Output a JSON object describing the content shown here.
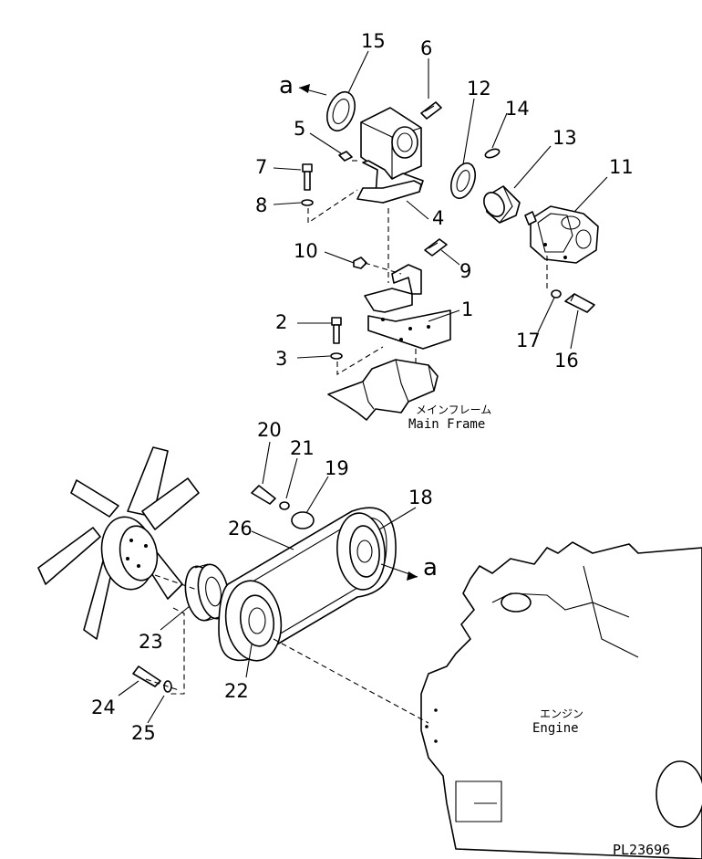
{
  "figure_code": "PL23696",
  "view_marker": "a",
  "labels": {
    "main_frame_jp": "メインフレーム",
    "main_frame_en": "Main Frame",
    "engine_jp": "エンジン",
    "engine_en": "Engine"
  },
  "callouts": [
    "1",
    "2",
    "3",
    "4",
    "5",
    "6",
    "7",
    "8",
    "9",
    "10",
    "11",
    "12",
    "13",
    "14",
    "15",
    "16",
    "17",
    "18",
    "19",
    "20",
    "21",
    "22",
    "23",
    "24",
    "25",
    "26"
  ]
}
